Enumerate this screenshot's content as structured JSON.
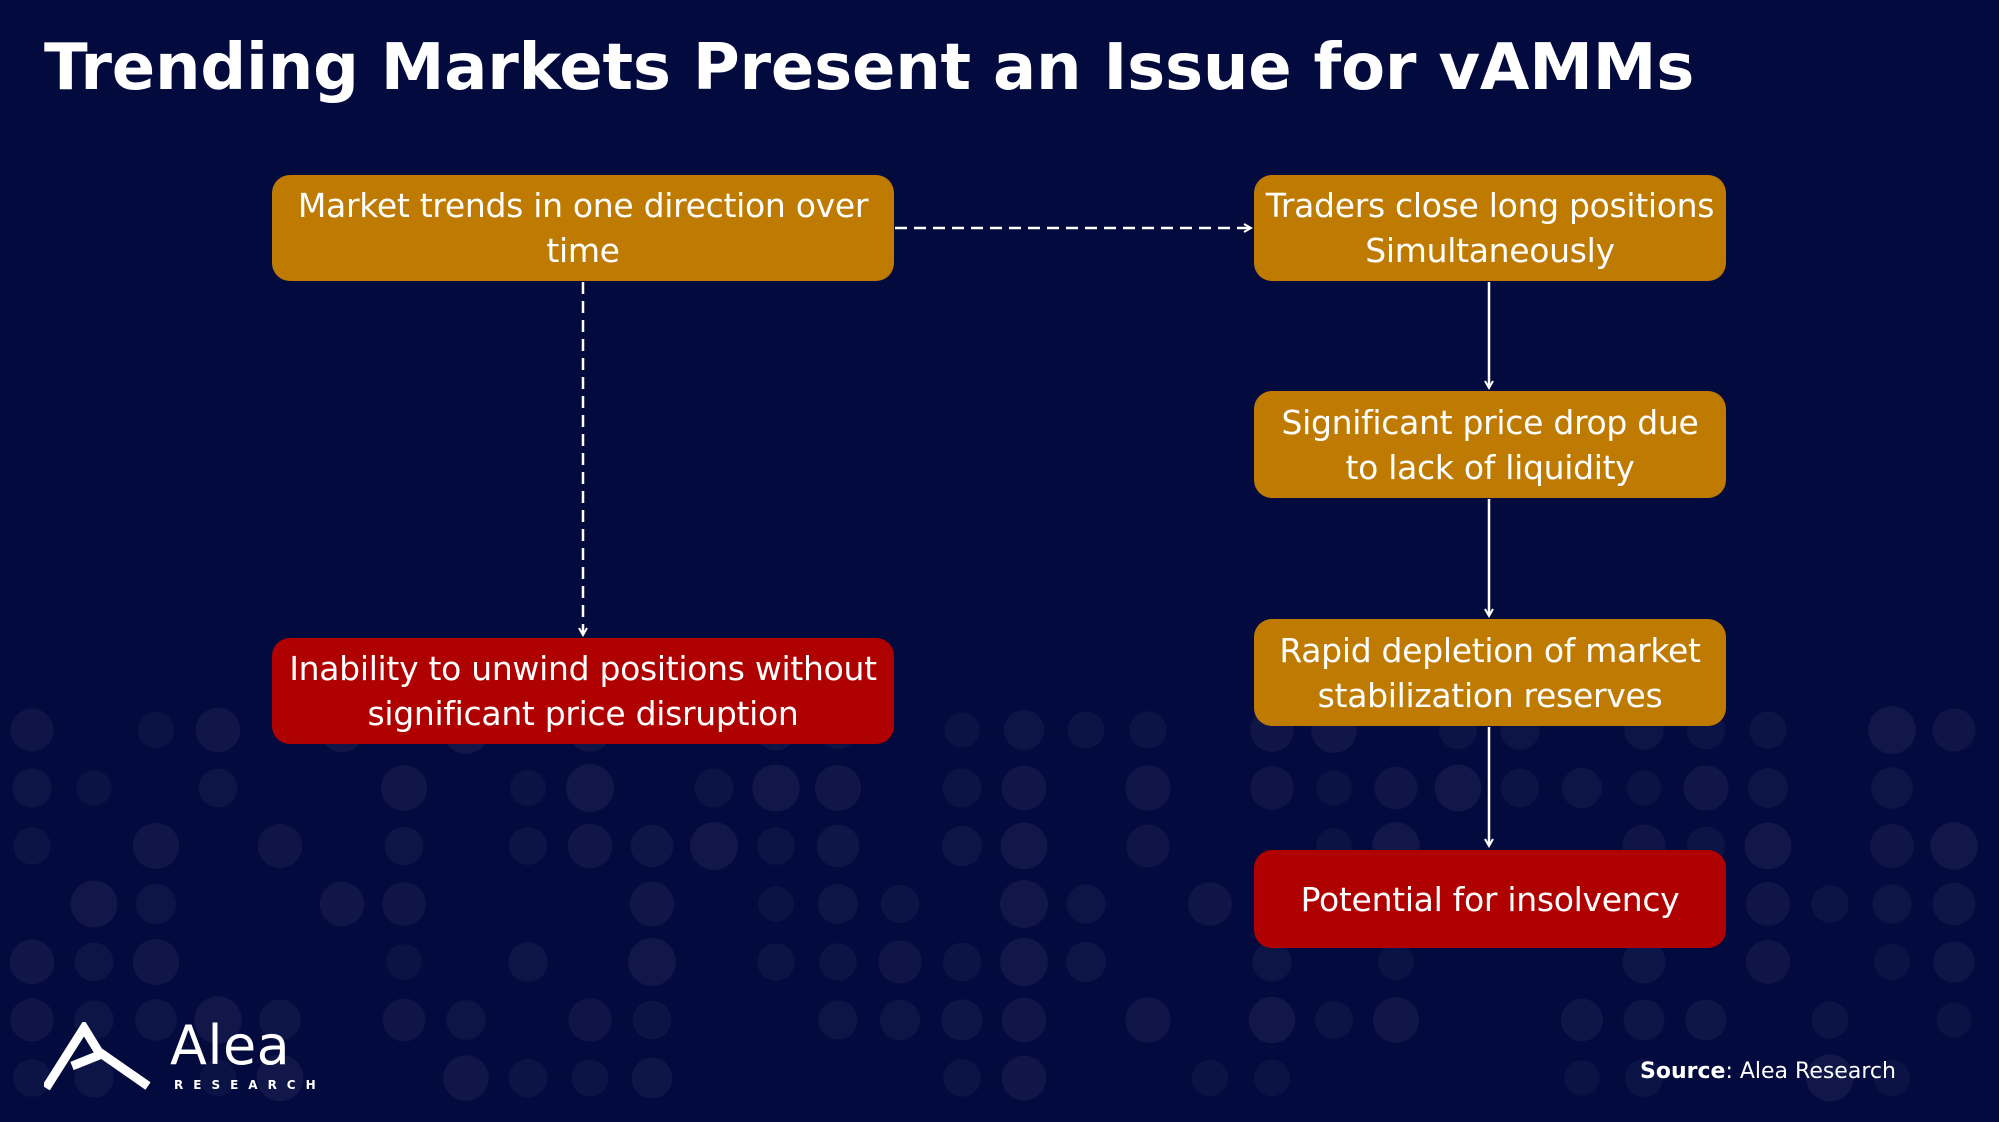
{
  "title": "Trending Markets Present an Issue for vAMMs",
  "nodes": {
    "market_trends": "Market trends in one direction over time",
    "traders_close": "Traders close long positions Simultaneously",
    "price_drop": "Significant price drop due to lack of liquidity",
    "rapid_depletion": "Rapid depletion of market stabilization reserves",
    "inability_unwind": "Inability to unwind positions without significant price disruption",
    "insolvency": "Potential for insolvency"
  },
  "footer": {
    "logo_name": "Alea",
    "logo_sub": "RESEARCH",
    "source_label": "Source",
    "source_value": ": Alea Research"
  },
  "colors": {
    "background": "#030a3e",
    "amber": "#bf7b01",
    "red": "#b00101",
    "line": "#ffffff"
  }
}
